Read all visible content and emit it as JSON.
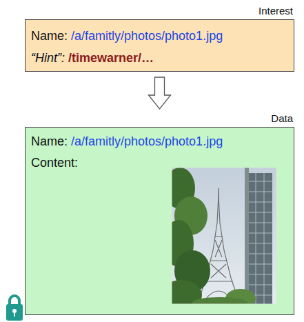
{
  "diagram": {
    "nodes": [
      {
        "text": [
          "Interest",
          "Name:",
          "/a/famitly/photos/photo1.jpg",
          "“Hint”:",
          "/timewarner/…"
        ]
      },
      {
        "text": [
          "Data",
          "Name:",
          "/a/famitly/photos/photo1.jpg",
          "Content:"
        ]
      }
    ],
    "edges": [
      {
        "from": 0,
        "to": 1,
        "arrow": "to"
      }
    ]
  }
}
